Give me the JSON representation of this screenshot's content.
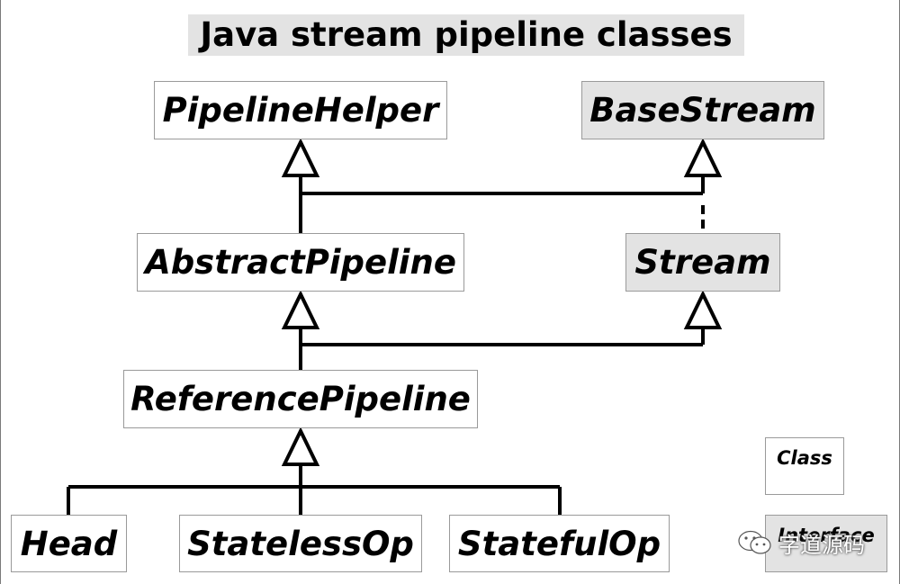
{
  "title": "Java stream pipeline classes",
  "nodes": {
    "pipeline_helper": {
      "label": "PipelineHelper",
      "kind": "class"
    },
    "base_stream": {
      "label": "BaseStream",
      "kind": "interface"
    },
    "abstract_pipeline": {
      "label": "AbstractPipeline",
      "kind": "class"
    },
    "stream": {
      "label": "Stream",
      "kind": "interface"
    },
    "reference_pipeline": {
      "label": "ReferencePipeline",
      "kind": "class"
    },
    "head": {
      "label": "Head",
      "kind": "class"
    },
    "stateless_op": {
      "label": "StatelessOp",
      "kind": "class"
    },
    "stateful_op": {
      "label": "StatefulOp",
      "kind": "class"
    }
  },
  "edges": [
    {
      "from": "AbstractPipeline",
      "to": "PipelineHelper",
      "style": "solid"
    },
    {
      "from": "AbstractPipeline",
      "to": "BaseStream",
      "style": "solid"
    },
    {
      "from": "Stream",
      "to": "BaseStream",
      "style": "dashed"
    },
    {
      "from": "ReferencePipeline",
      "to": "AbstractPipeline",
      "style": "solid"
    },
    {
      "from": "ReferencePipeline",
      "to": "Stream",
      "style": "solid"
    },
    {
      "from": "Head",
      "to": "ReferencePipeline",
      "style": "solid"
    },
    {
      "from": "StatelessOp",
      "to": "ReferencePipeline",
      "style": "solid"
    },
    {
      "from": "StatefulOp",
      "to": "ReferencePipeline",
      "style": "solid"
    }
  ],
  "legend": {
    "class_label": "Class",
    "interface_label": "Interface"
  },
  "watermark": {
    "text": "字道源码",
    "icon": "wechat-icon"
  },
  "colors": {
    "interface_fill": "#e3e3e3",
    "class_fill": "#ffffff",
    "box_border": "#9a9a9a",
    "edge": "#000000"
  }
}
